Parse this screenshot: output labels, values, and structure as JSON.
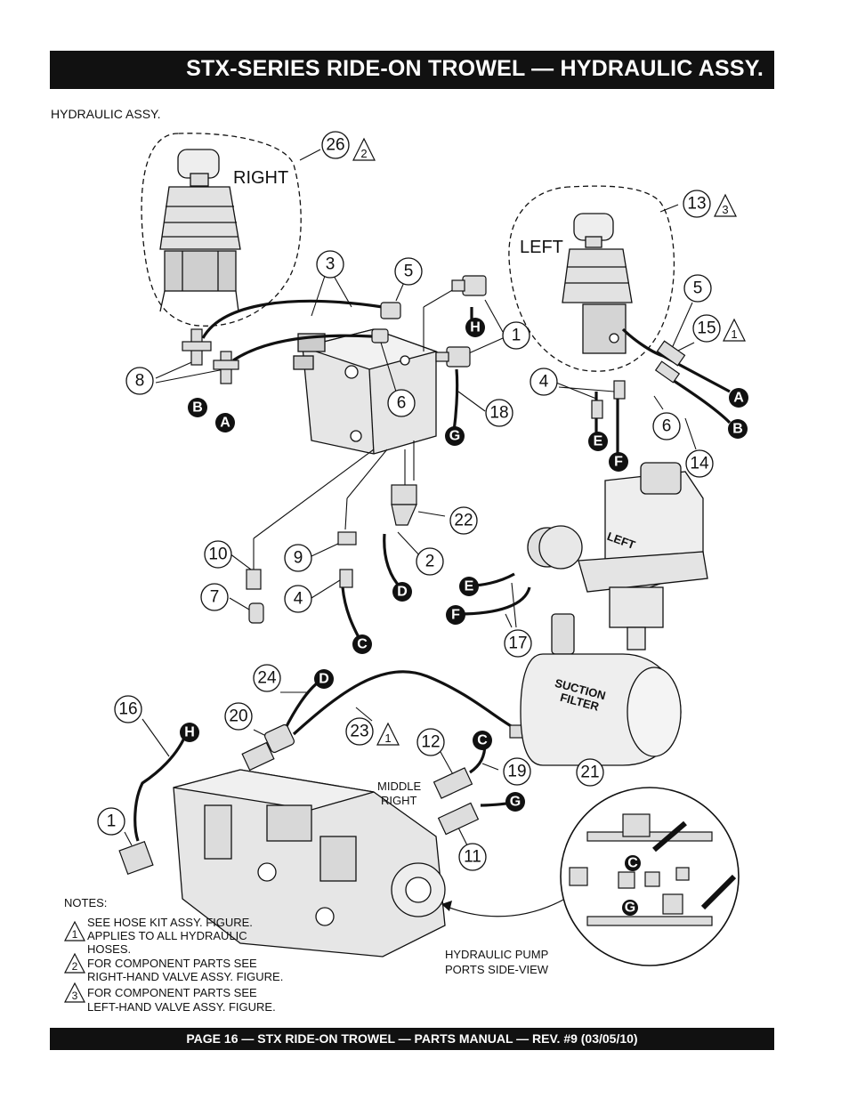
{
  "header": {
    "title": "STX-SERIES  RIDE-ON TROWEL — HYDRAULIC ASSY."
  },
  "subheading": "HYDRAULIC ASSY.",
  "footer": {
    "text": "PAGE 16 — STX RIDE-ON TROWEL — PARTS  MANUAL — REV. #9 (03/05/10)"
  },
  "labels": {
    "right": "RIGHT",
    "left": "LEFT",
    "left_tank": "LEFT",
    "suction_filter_1": "SUCTION",
    "suction_filter_2": "FILTER",
    "middle_right_1": "MIDDLE",
    "middle_right_2": "RIGHT",
    "pump_ports_1": "HYDRAULIC PUMP",
    "pump_ports_2": "PORTS SIDE-VIEW"
  },
  "callouts": {
    "c26": "26",
    "c13": "13",
    "c3": "3",
    "c5a": "5",
    "c1a": "1",
    "c5b": "5",
    "c15": "15",
    "c8": "8",
    "c6a": "6",
    "c18": "18",
    "c4a": "4",
    "c6b": "6",
    "c14": "14",
    "c22": "22",
    "c10": "10",
    "c9": "9",
    "c2": "2",
    "c7": "7",
    "c4b": "4",
    "c17": "17",
    "c24": "24",
    "c16": "16",
    "c20": "20",
    "c23": "23",
    "c12": "12",
    "c19": "19",
    "c21": "21",
    "c1b": "1",
    "c11": "11"
  },
  "note_refs": {
    "n2": "2",
    "n3": "3",
    "n1": "1",
    "n1b": "1"
  },
  "letters": {
    "B1": "B",
    "A1": "A",
    "H1": "H",
    "G1": "G",
    "A2": "A",
    "B2": "B",
    "E1": "E",
    "F1": "F",
    "D1": "D",
    "C1": "C",
    "E2": "E",
    "F2": "F",
    "D2": "D",
    "H2": "H",
    "C2": "C",
    "G2": "G",
    "C3": "C",
    "G3": "G"
  },
  "notes": {
    "heading": "NOTES:",
    "n1": {
      "num": "1",
      "lines": [
        "SEE HOSE KIT ASSY. FIGURE.",
        "APPLIES TO ALL HYDRAULIC",
        "HOSES."
      ]
    },
    "n2": {
      "num": "2",
      "lines": [
        "FOR COMPONENT PARTS SEE",
        "RIGHT-HAND VALVE ASSY. FIGURE."
      ]
    },
    "n3": {
      "num": "3",
      "lines": [
        "FOR COMPONENT PARTS SEE",
        "LEFT-HAND VALVE ASSY. FIGURE."
      ]
    }
  }
}
